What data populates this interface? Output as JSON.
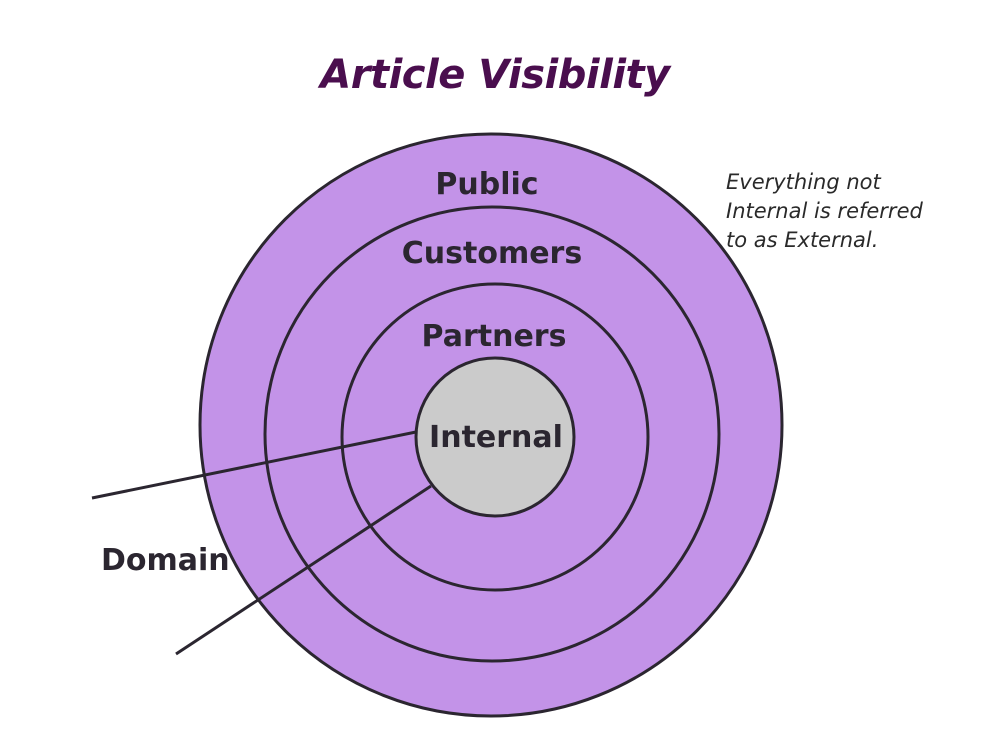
{
  "title": "Article Visibility",
  "note": {
    "lines": [
      "Everything not",
      "Internal is referred",
      "to as External."
    ]
  },
  "rings": {
    "public": "Public",
    "customers": "Customers",
    "partners": "Partners",
    "internal": "Internal"
  },
  "domain_label": "Domain",
  "colors": {
    "title": "#4a0e4e",
    "ring_fill": "#c393e8",
    "inner_fill": "#cbcbcb",
    "stroke": "#2b2630",
    "text": "#2b2630"
  }
}
